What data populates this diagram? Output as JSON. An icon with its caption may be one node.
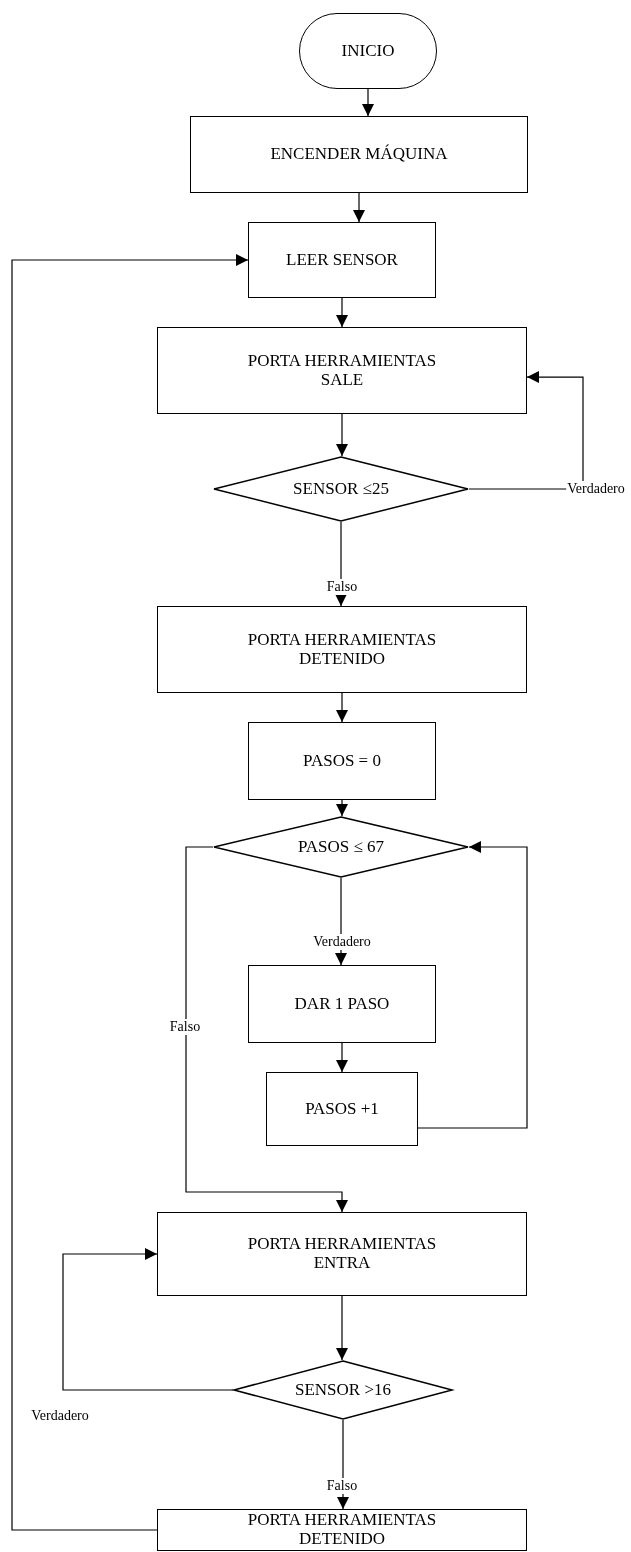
{
  "diagram": {
    "nodes": [
      {
        "text": [
          "INICIO"
        ]
      },
      {
        "text": [
          "ENCENDER MÁQUINA"
        ]
      },
      {
        "text": [
          "LEER SENSOR"
        ]
      },
      {
        "text": [
          "PORTA HERRAMIENTAS SALE"
        ]
      },
      {
        "text": [
          "SENSOR ≤25"
        ]
      },
      {
        "text": [
          "PORTA HERRAMIENTAS DETENIDO"
        ]
      },
      {
        "text": [
          "PASOS = 0"
        ]
      },
      {
        "text": [
          "PASOS ≤ 67"
        ]
      },
      {
        "text": [
          "DAR 1 PASO"
        ]
      },
      {
        "text": [
          "PASOS +1"
        ]
      },
      {
        "text": [
          "PORTA HERRAMIENTAS ENTRA"
        ]
      },
      {
        "text": [
          "SENSOR >16"
        ]
      },
      {
        "text": [
          "PORTA HERRAMIENTAS DETENIDO"
        ]
      }
    ],
    "edges": [
      {
        "from": 0,
        "to": 1,
        "arrow": "to"
      },
      {
        "from": 1,
        "to": 2,
        "arrow": "to"
      },
      {
        "from": 2,
        "to": 3,
        "arrow": "to"
      },
      {
        "from": 3,
        "to": 4,
        "arrow": "to"
      },
      {
        "from": 4,
        "to": 3,
        "label": "Verdadero",
        "arrow": "to"
      },
      {
        "from": 4,
        "to": 5,
        "label": "Falso",
        "arrow": "to"
      },
      {
        "from": 5,
        "to": 6,
        "arrow": "to"
      },
      {
        "from": 6,
        "to": 7,
        "arrow": "to"
      },
      {
        "from": 7,
        "to": 8,
        "label": "Verdadero",
        "arrow": "to"
      },
      {
        "from": 8,
        "to": 9,
        "arrow": "to"
      },
      {
        "from": 9,
        "to": 7,
        "arrow": "to"
      },
      {
        "from": 7,
        "to": 10,
        "label": "Falso",
        "arrow": "to"
      },
      {
        "from": 10,
        "to": 11,
        "arrow": "to"
      },
      {
        "from": 11,
        "to": 10,
        "label": "Verdadero",
        "arrow": "to"
      },
      {
        "from": 11,
        "to": 12,
        "label": "Falso",
        "arrow": "to"
      },
      {
        "from": 12,
        "to": 2,
        "arrow": "to"
      }
    ]
  }
}
